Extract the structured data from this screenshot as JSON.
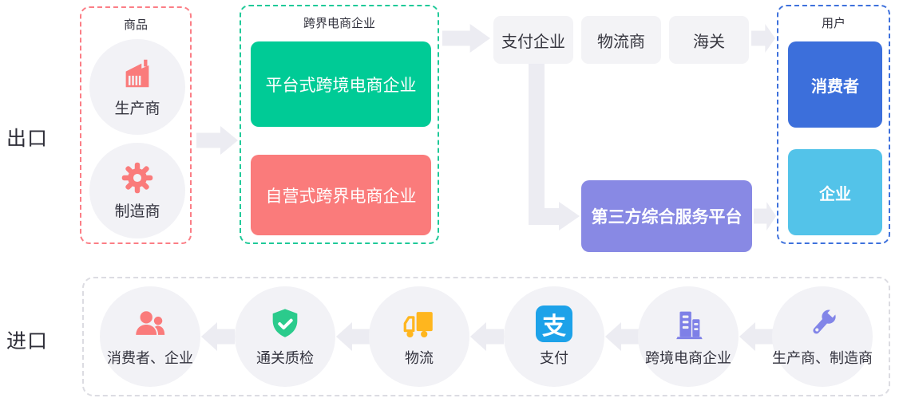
{
  "export_flow": {
    "row_label": "出口",
    "goods_group": {
      "title": "商品",
      "border_color": "#FB7E86",
      "items": [
        {
          "label": "生产商",
          "icon": "factory-icon",
          "icon_color": "#FA7B7B"
        },
        {
          "label": "制造商",
          "icon": "gear-icon",
          "icon_color": "#FA7B7B"
        }
      ]
    },
    "ecommerce_group": {
      "title": "跨界电商企业",
      "border_color": "#1FC998",
      "items": [
        {
          "label": "平台式跨境电商企业",
          "color": "#00CB96"
        },
        {
          "label": "自营式跨界电商企业",
          "color": "#FA7B7B"
        }
      ]
    },
    "chain_nodes": [
      {
        "label": "支付企业"
      },
      {
        "label": "物流商"
      },
      {
        "label": "海关"
      }
    ],
    "service_platform": {
      "label": "第三方综合服务平台",
      "color": "#8889E4"
    },
    "users_group": {
      "title": "用户",
      "border_color": "#3E71DC",
      "items": [
        {
          "label": "消费者",
          "color": "#3C6FDB"
        },
        {
          "label": "企业",
          "color": "#53C3E9"
        }
      ]
    }
  },
  "import_flow": {
    "row_label": "进口",
    "nodes": [
      {
        "label": "消费者、企业",
        "icon": "users-icon",
        "icon_color": "#FA7B7B"
      },
      {
        "label": "通关质检",
        "icon": "shield-check-icon",
        "icon_color": "#2BCB8C"
      },
      {
        "label": "物流",
        "icon": "truck-icon",
        "icon_color": "#FFB61E"
      },
      {
        "label": "支付",
        "icon": "alipay-icon",
        "icon_color": "#1DA2E9",
        "icon_glyph": "支"
      },
      {
        "label": "跨境电商企业",
        "icon": "building-icon",
        "icon_color": "#7E80E7"
      },
      {
        "label": "生产商、制造商",
        "icon": "wrench-icon",
        "icon_color": "#8285E8"
      }
    ]
  },
  "palette": {
    "salmon": "#FA7B7B",
    "green": "#00CB96",
    "royal_blue": "#3C6FDB",
    "sky_blue": "#53C3E9",
    "purple": "#8889E4",
    "amber": "#FFB61E",
    "alipay_blue": "#1DA2E9",
    "icon_purple": "#7E80E7",
    "node_gray": "#F2F2F6",
    "arrow_gray": "#ECECF2",
    "text_dark": "#33333E"
  }
}
